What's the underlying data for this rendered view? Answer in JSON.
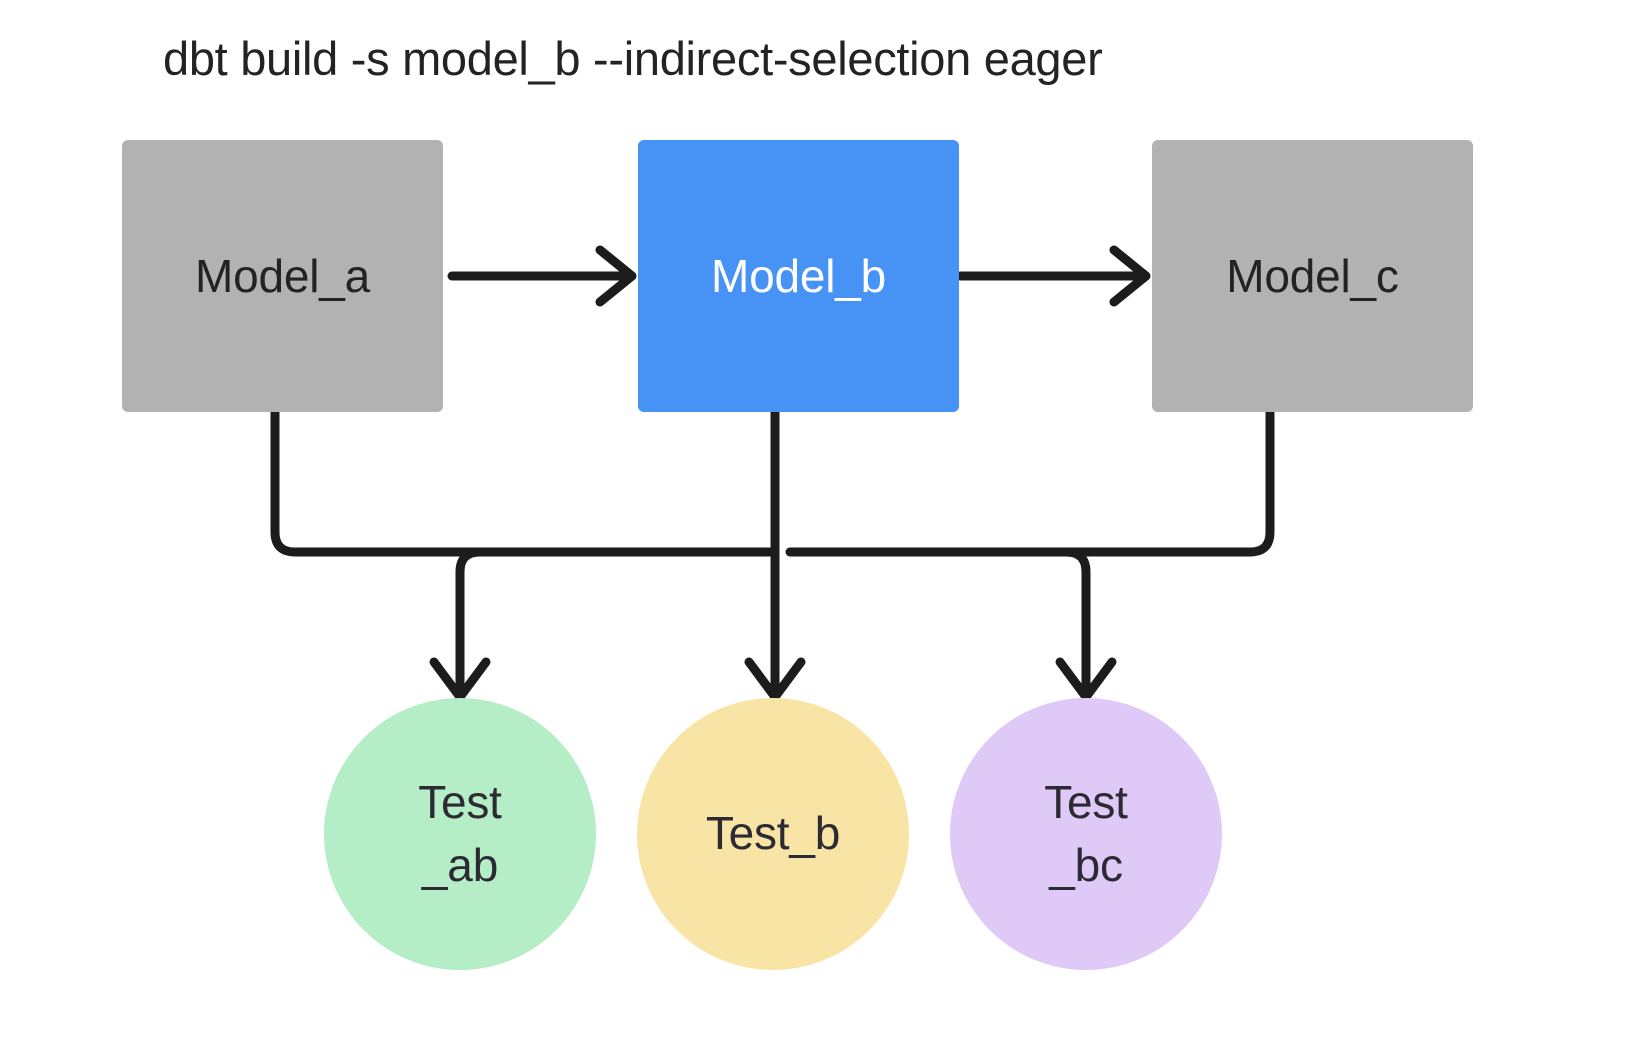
{
  "diagram": {
    "title": "dbt build -s model_b --indirect-selection eager",
    "background_color": "#ffffff",
    "edge_color": "#1c1c1c",
    "nodes": {
      "models": [
        {
          "id": "model_a",
          "label": "Model_a",
          "shape": "rectangle",
          "fill": "#b2b2b2",
          "text_color": "#232323",
          "selected": false
        },
        {
          "id": "model_b",
          "label": "Model_b",
          "shape": "rectangle",
          "fill": "#4693f5",
          "text_color": "#ffffff",
          "selected": true
        },
        {
          "id": "model_c",
          "label": "Model_c",
          "shape": "rectangle",
          "fill": "#b2b2b2",
          "text_color": "#232323",
          "selected": false
        }
      ],
      "tests": [
        {
          "id": "test_ab",
          "label_line1": "Test",
          "label_line2": "_ab",
          "shape": "circle",
          "fill": "#b4edc6",
          "text_color": "#2c2a33"
        },
        {
          "id": "test_b",
          "label_line1": "Test_b",
          "label_line2": "",
          "shape": "circle",
          "fill": "#f8e4a5",
          "text_color": "#2c2a33"
        },
        {
          "id": "test_bc",
          "label_line1": "Test",
          "label_line2": "_bc",
          "shape": "circle",
          "fill": "#dfc9f6",
          "text_color": "#2c2a33"
        }
      ]
    },
    "edges": [
      {
        "from": "model_a",
        "to": "model_b",
        "style": "arrow-right"
      },
      {
        "from": "model_b",
        "to": "model_c",
        "style": "arrow-right"
      },
      {
        "from": "model_a",
        "to": "test_ab",
        "style": "elbow-down"
      },
      {
        "from": "model_b",
        "to": "test_ab",
        "style": "elbow-down"
      },
      {
        "from": "model_b",
        "to": "test_b",
        "style": "straight-down"
      },
      {
        "from": "model_b",
        "to": "test_bc",
        "style": "elbow-down"
      },
      {
        "from": "model_c",
        "to": "test_bc",
        "style": "elbow-down"
      }
    ]
  }
}
